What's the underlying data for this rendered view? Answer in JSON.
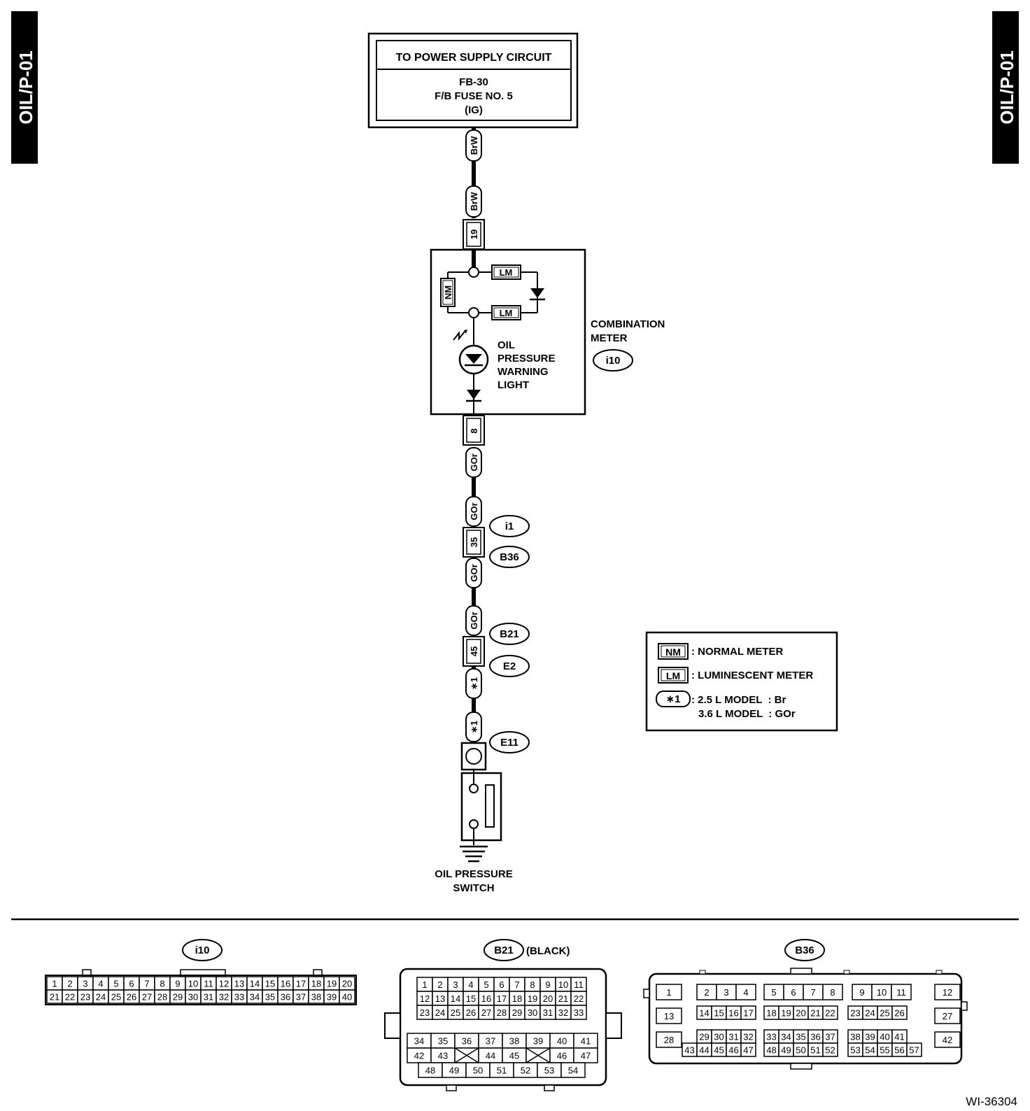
{
  "page_tag": "OIL/P-01",
  "figure_id": "WI-36304",
  "power_box": {
    "title": "TO POWER SUPPLY CIRCUIT",
    "line1": "FB-30",
    "line2": "F/B FUSE NO. 5",
    "line3": "(IG)"
  },
  "wires": {
    "brw_top": "BrW",
    "brw_mid": "BrW",
    "gor_1": "GOr",
    "gor_2": "GOr",
    "gor_3": "GOr",
    "gor_4": "GOr",
    "star_1": "∗1",
    "star_2": "∗1"
  },
  "pins": {
    "p19": "19",
    "p8": "8",
    "p35": "35",
    "p45": "45"
  },
  "meter": {
    "nm": "NM",
    "lm_top": "LM",
    "lm_bottom": "LM",
    "light_line1": "OIL",
    "light_line2": "PRESSURE",
    "light_line3": "WARNING",
    "light_line4": "LIGHT",
    "label_line1": "COMBINATION",
    "label_line2": "METER",
    "connector": "i10"
  },
  "connectors": {
    "i1": "i1",
    "b36": "B36",
    "b21": "B21",
    "e2": "E2",
    "e11": "E11"
  },
  "switch": {
    "line1": "OIL PRESSURE",
    "line2": "SWITCH"
  },
  "legend": {
    "nm_key": "NM",
    "nm_text": ": NORMAL METER",
    "lm_key": "LM",
    "lm_text": ": LUMINESCENT METER",
    "star_key": "∗1",
    "star_text1": ": 2.5 L MODEL  : Br",
    "star_text2": "3.6 L MODEL  : GOr"
  },
  "connector_faces": {
    "i10": {
      "label": "i10"
    },
    "b21": {
      "label": "B21",
      "note": "(BLACK)"
    },
    "b36": {
      "label": "B36"
    }
  }
}
